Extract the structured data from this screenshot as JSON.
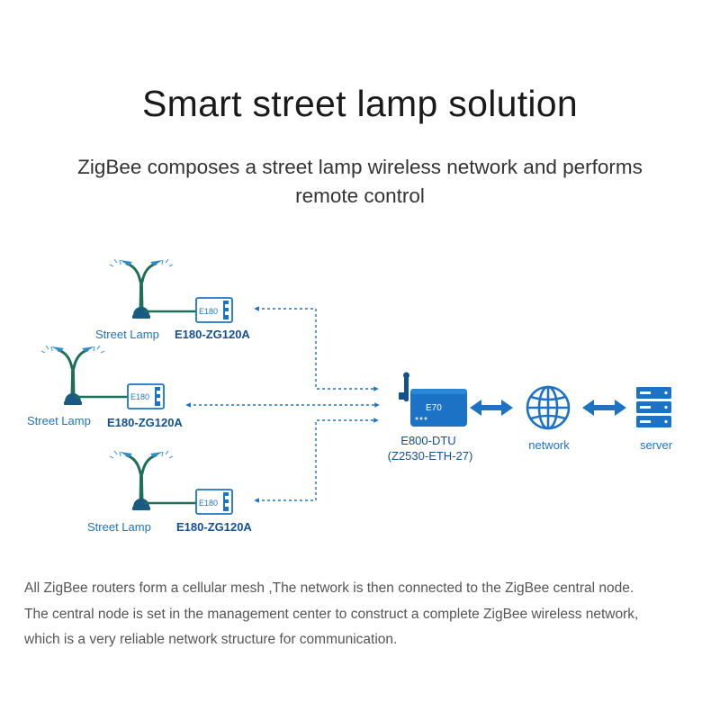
{
  "title": "Smart street lamp solution",
  "subtitle": "ZigBee composes a street lamp wireless network and performs remote control",
  "diagram": {
    "lamps": [
      {
        "label": "Street Lamp",
        "module_label": "E180-ZG120A",
        "module_badge": "E180"
      },
      {
        "label": "Street Lamp",
        "module_label": "E180-ZG120A",
        "module_badge": "E180"
      },
      {
        "label": "Street Lamp",
        "module_label": "E180-ZG120A",
        "module_badge": "E180"
      }
    ],
    "gateway": {
      "badge": "E70",
      "label_line1": "E800-DTU",
      "label_line2": "(Z2530-ETH-27)"
    },
    "network_label": "network",
    "server_label": "server"
  },
  "description": [
    "All ZigBee routers form a cellular mesh ,The network is then connected to the ZigBee central node.",
    "The central node is set in the management center to construct a complete ZigBee wireless network,",
    "which is a very reliable network structure for communication."
  ],
  "colors": {
    "accent_blue": "#1c73c6",
    "dark_blue": "#12508f",
    "lamp_green": "#1e6f58",
    "text_dark": "#1a1a1a",
    "text_gray": "#555555"
  }
}
